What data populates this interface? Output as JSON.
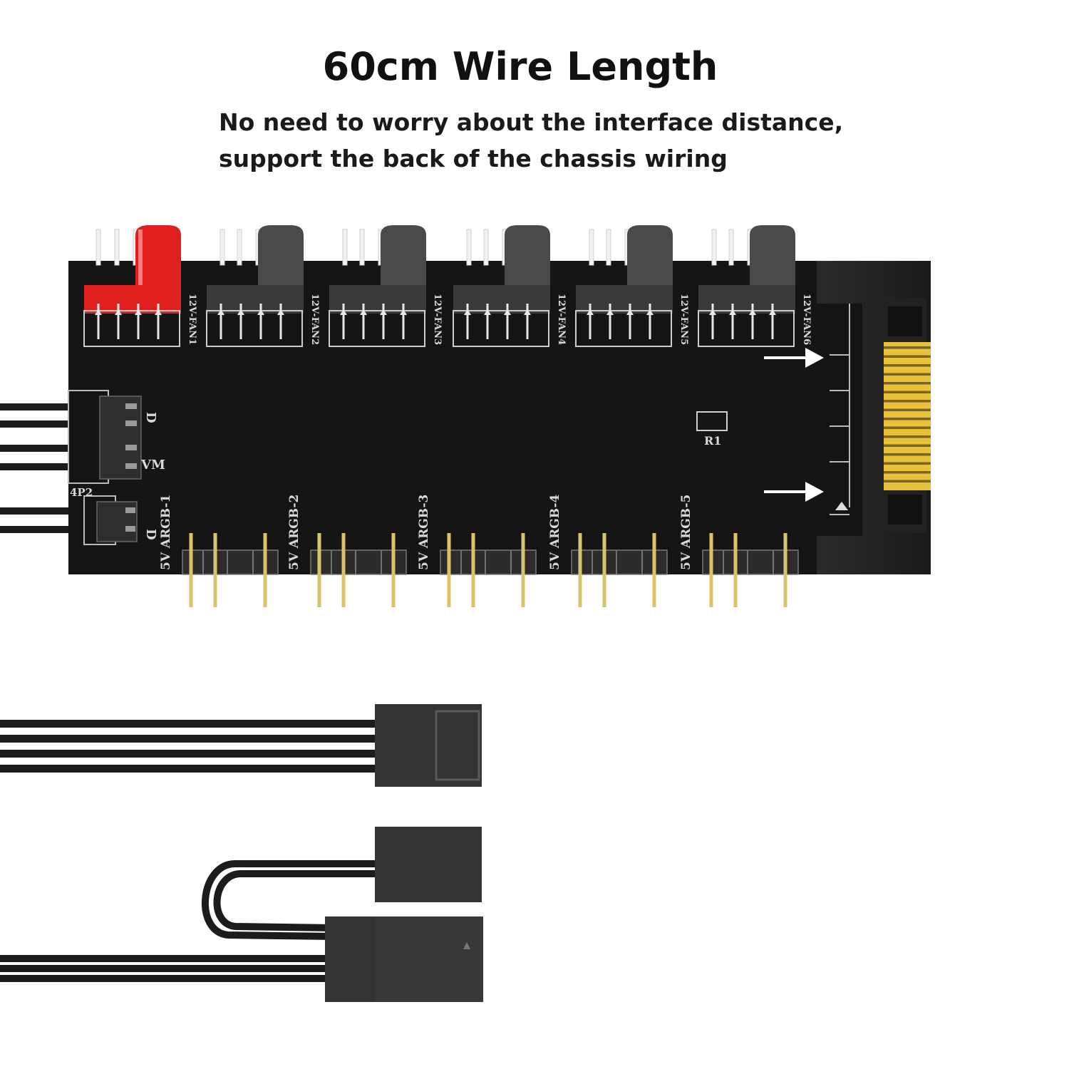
{
  "heading": "60cm Wire Length",
  "subtitle": {
    "line1": "No need to worry about the interface distance,",
    "line2": "support the back of the chassis wiring"
  },
  "board": {
    "fan_labels": [
      "12V-FAN1",
      "12V-FAN2",
      "12V-FAN3",
      "12V-FAN4",
      "12V-FAN5",
      "12V-FAN6"
    ],
    "argb_labels": [
      "5V ARGB-1",
      "5V ARGB-2",
      "5V ARGB-3",
      "5V ARGB-4",
      "5V ARGB-5"
    ],
    "resistor_label": "R1",
    "input_label": "4P2",
    "side_label_top": "D",
    "side_label_mid": "VM",
    "side_label_bottom": "D"
  },
  "colors": {
    "board": "#151515",
    "highlight_connector": "#e01f1f",
    "sata_contacts": "#e8c23a",
    "cable": "#1c1c1c",
    "plug": "#333333"
  }
}
